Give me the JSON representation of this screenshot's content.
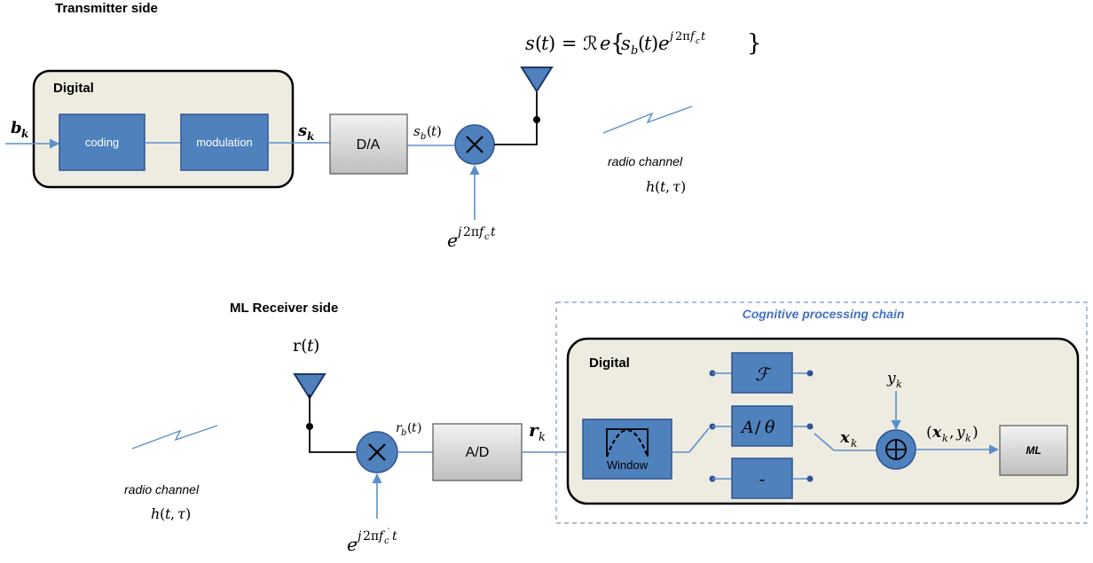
{
  "transmitter": {
    "title": "Transmitter side",
    "digital_label": "Digital",
    "input_label": "b_k",
    "coding_label": "coding",
    "modulation_label": "modulation",
    "sk_label": "s_k",
    "da_label": "D/A",
    "sb_label": "s_b(t)",
    "carrier_label": "e^{j2πf_c t}",
    "signal_eq": "s(t) = Re{s_b(t)e^{j2πf_c t}}",
    "channel_label": "radio channel",
    "channel_fn": "h(t, τ)"
  },
  "receiver": {
    "title": "ML Receiver side",
    "rt_label": "r(t)",
    "rb_label": "r_b(t)",
    "carrier_label": "e^{j2πf'_c t}",
    "ad_label": "A/D",
    "rk_label": "r_k",
    "channel_label": "radio channel",
    "channel_fn": "h(t, τ)",
    "cognitive_title": "Cognitive processing chain",
    "digital_label": "Digital",
    "window_label": "Window",
    "fourier_label": "ℱ",
    "amp_phase_label": "A/θ",
    "dash_label": "-",
    "xk_label": "x_k",
    "yk_label": "y_k",
    "pair_label": "(x_k, y_k)",
    "ml_label": "ML"
  },
  "colors": {
    "block_blue": "#4f81bd",
    "block_border": "#2f5496",
    "digital_bg": "#eeece1",
    "gray_block": "#d9d9d9",
    "wire_blue": "#5b8fc9",
    "dashed_border": "#7f96b2"
  }
}
